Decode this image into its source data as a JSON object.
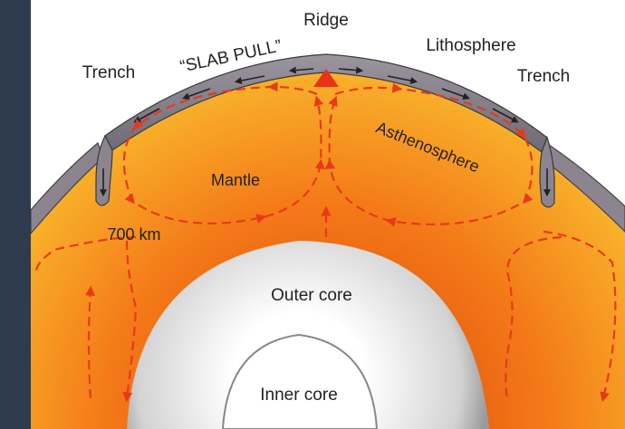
{
  "labels": {
    "ridge": "Ridge",
    "slab_pull": "“SLAB PULL”",
    "lithosphere": "Lithosphere",
    "trench_left": "Trench",
    "trench_right": "Trench",
    "asthenosphere": "Asthenosphere",
    "mantle": "Mantle",
    "depth_700": "700 km",
    "outer_core": "Outer core",
    "inner_core": "Inner core"
  },
  "colors": {
    "frame": "#2f3b4f",
    "panel": "#ffffff",
    "mantle_outer": "#f7a126",
    "mantle_inner": "#f36a10",
    "lithosphere": "#8c8590",
    "arrows": "#e8391a",
    "outer_core": "#e2e2e2",
    "inner_core": "#ffffff"
  }
}
